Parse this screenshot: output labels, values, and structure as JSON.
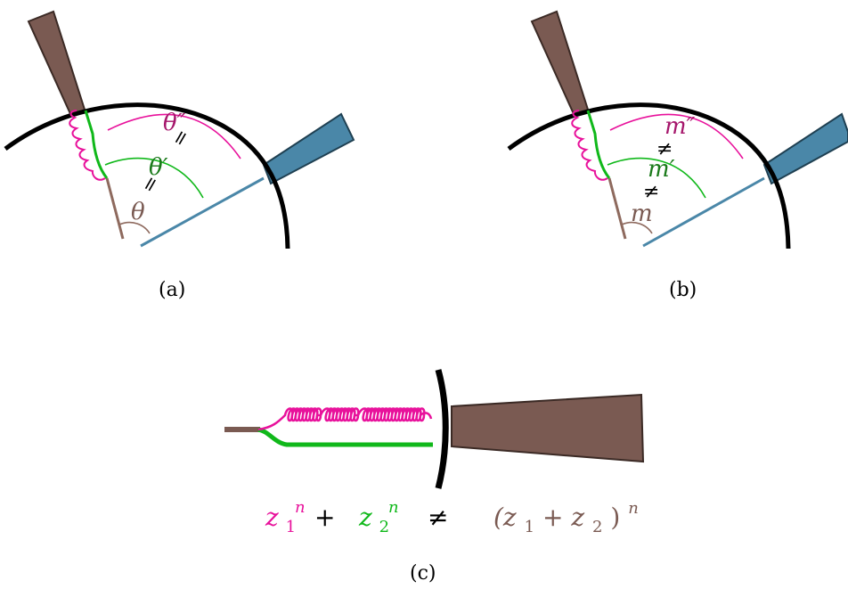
{
  "colors": {
    "brown": "#7a5a52",
    "brown_dark": "#3b2a25",
    "blue": "#4a87a8",
    "blue_dark": "#1f4052",
    "magenta": "#e8119b",
    "magenta_text": "#a6176c",
    "green": "#10b81a",
    "green_text": "#1a7a1a",
    "thin_brown": "#8e6a5e",
    "arc": "#000000"
  },
  "panel_a": {
    "caption": "(a)",
    "label_outer": "θ″",
    "label_middle": "θ′",
    "label_inner": "θ",
    "relation_top": "=",
    "relation_bottom": "="
  },
  "panel_b": {
    "caption": "(b)",
    "label_outer": "m″",
    "label_middle": "m′",
    "label_inner": "m",
    "relation_top": "≠",
    "relation_bottom": "≠"
  },
  "panel_c": {
    "caption": "(c)",
    "term1_base": "z",
    "term1_sub": "1",
    "term1_sup": "n",
    "plus": "+",
    "term2_base": "z",
    "term2_sub": "2",
    "term2_sup": "n",
    "not_equal": "≠",
    "rhs_open": "(z",
    "rhs_sub1": "1",
    "rhs_plus": " + z",
    "rhs_sub2": "2",
    "rhs_close": ")",
    "rhs_sup": "n"
  }
}
